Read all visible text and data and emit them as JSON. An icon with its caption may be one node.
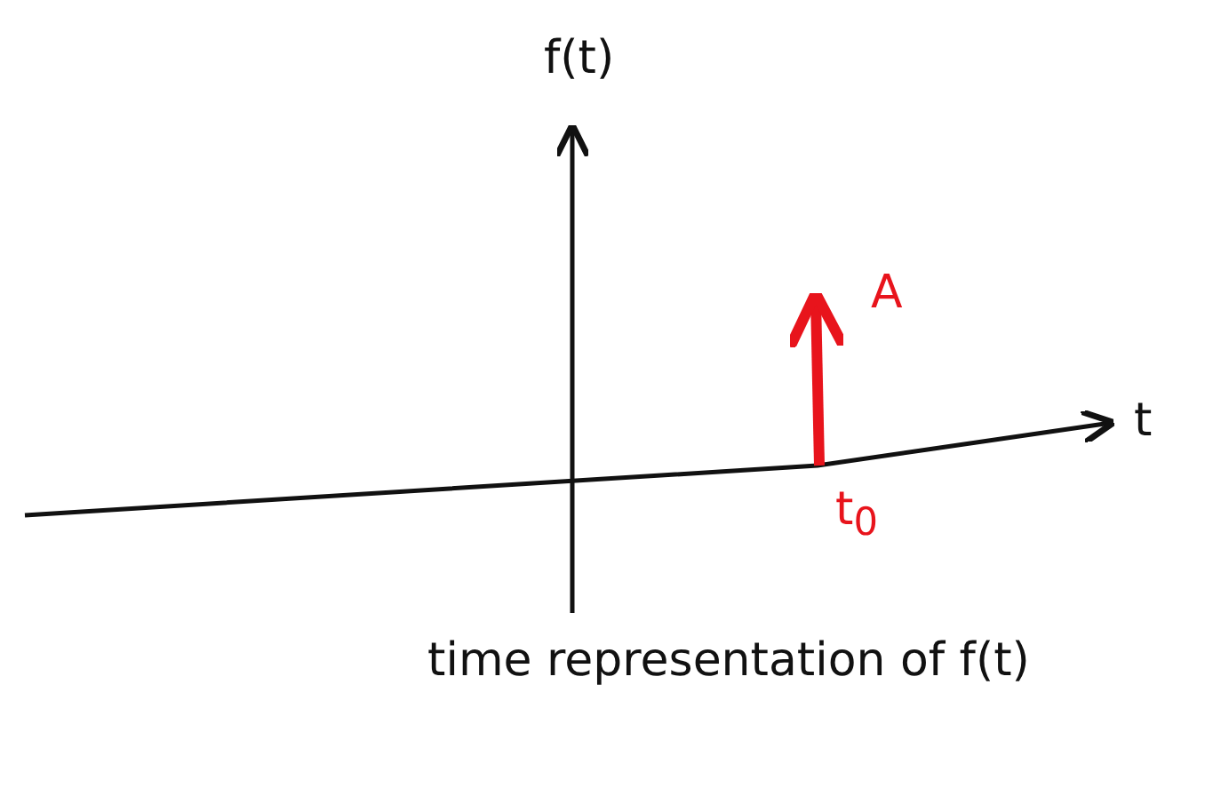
{
  "diagram": {
    "caption": "time representation of f(t)",
    "labels": [
      "f(t)",
      "A",
      "t",
      "t$_{0}$"
    ]
  }
}
